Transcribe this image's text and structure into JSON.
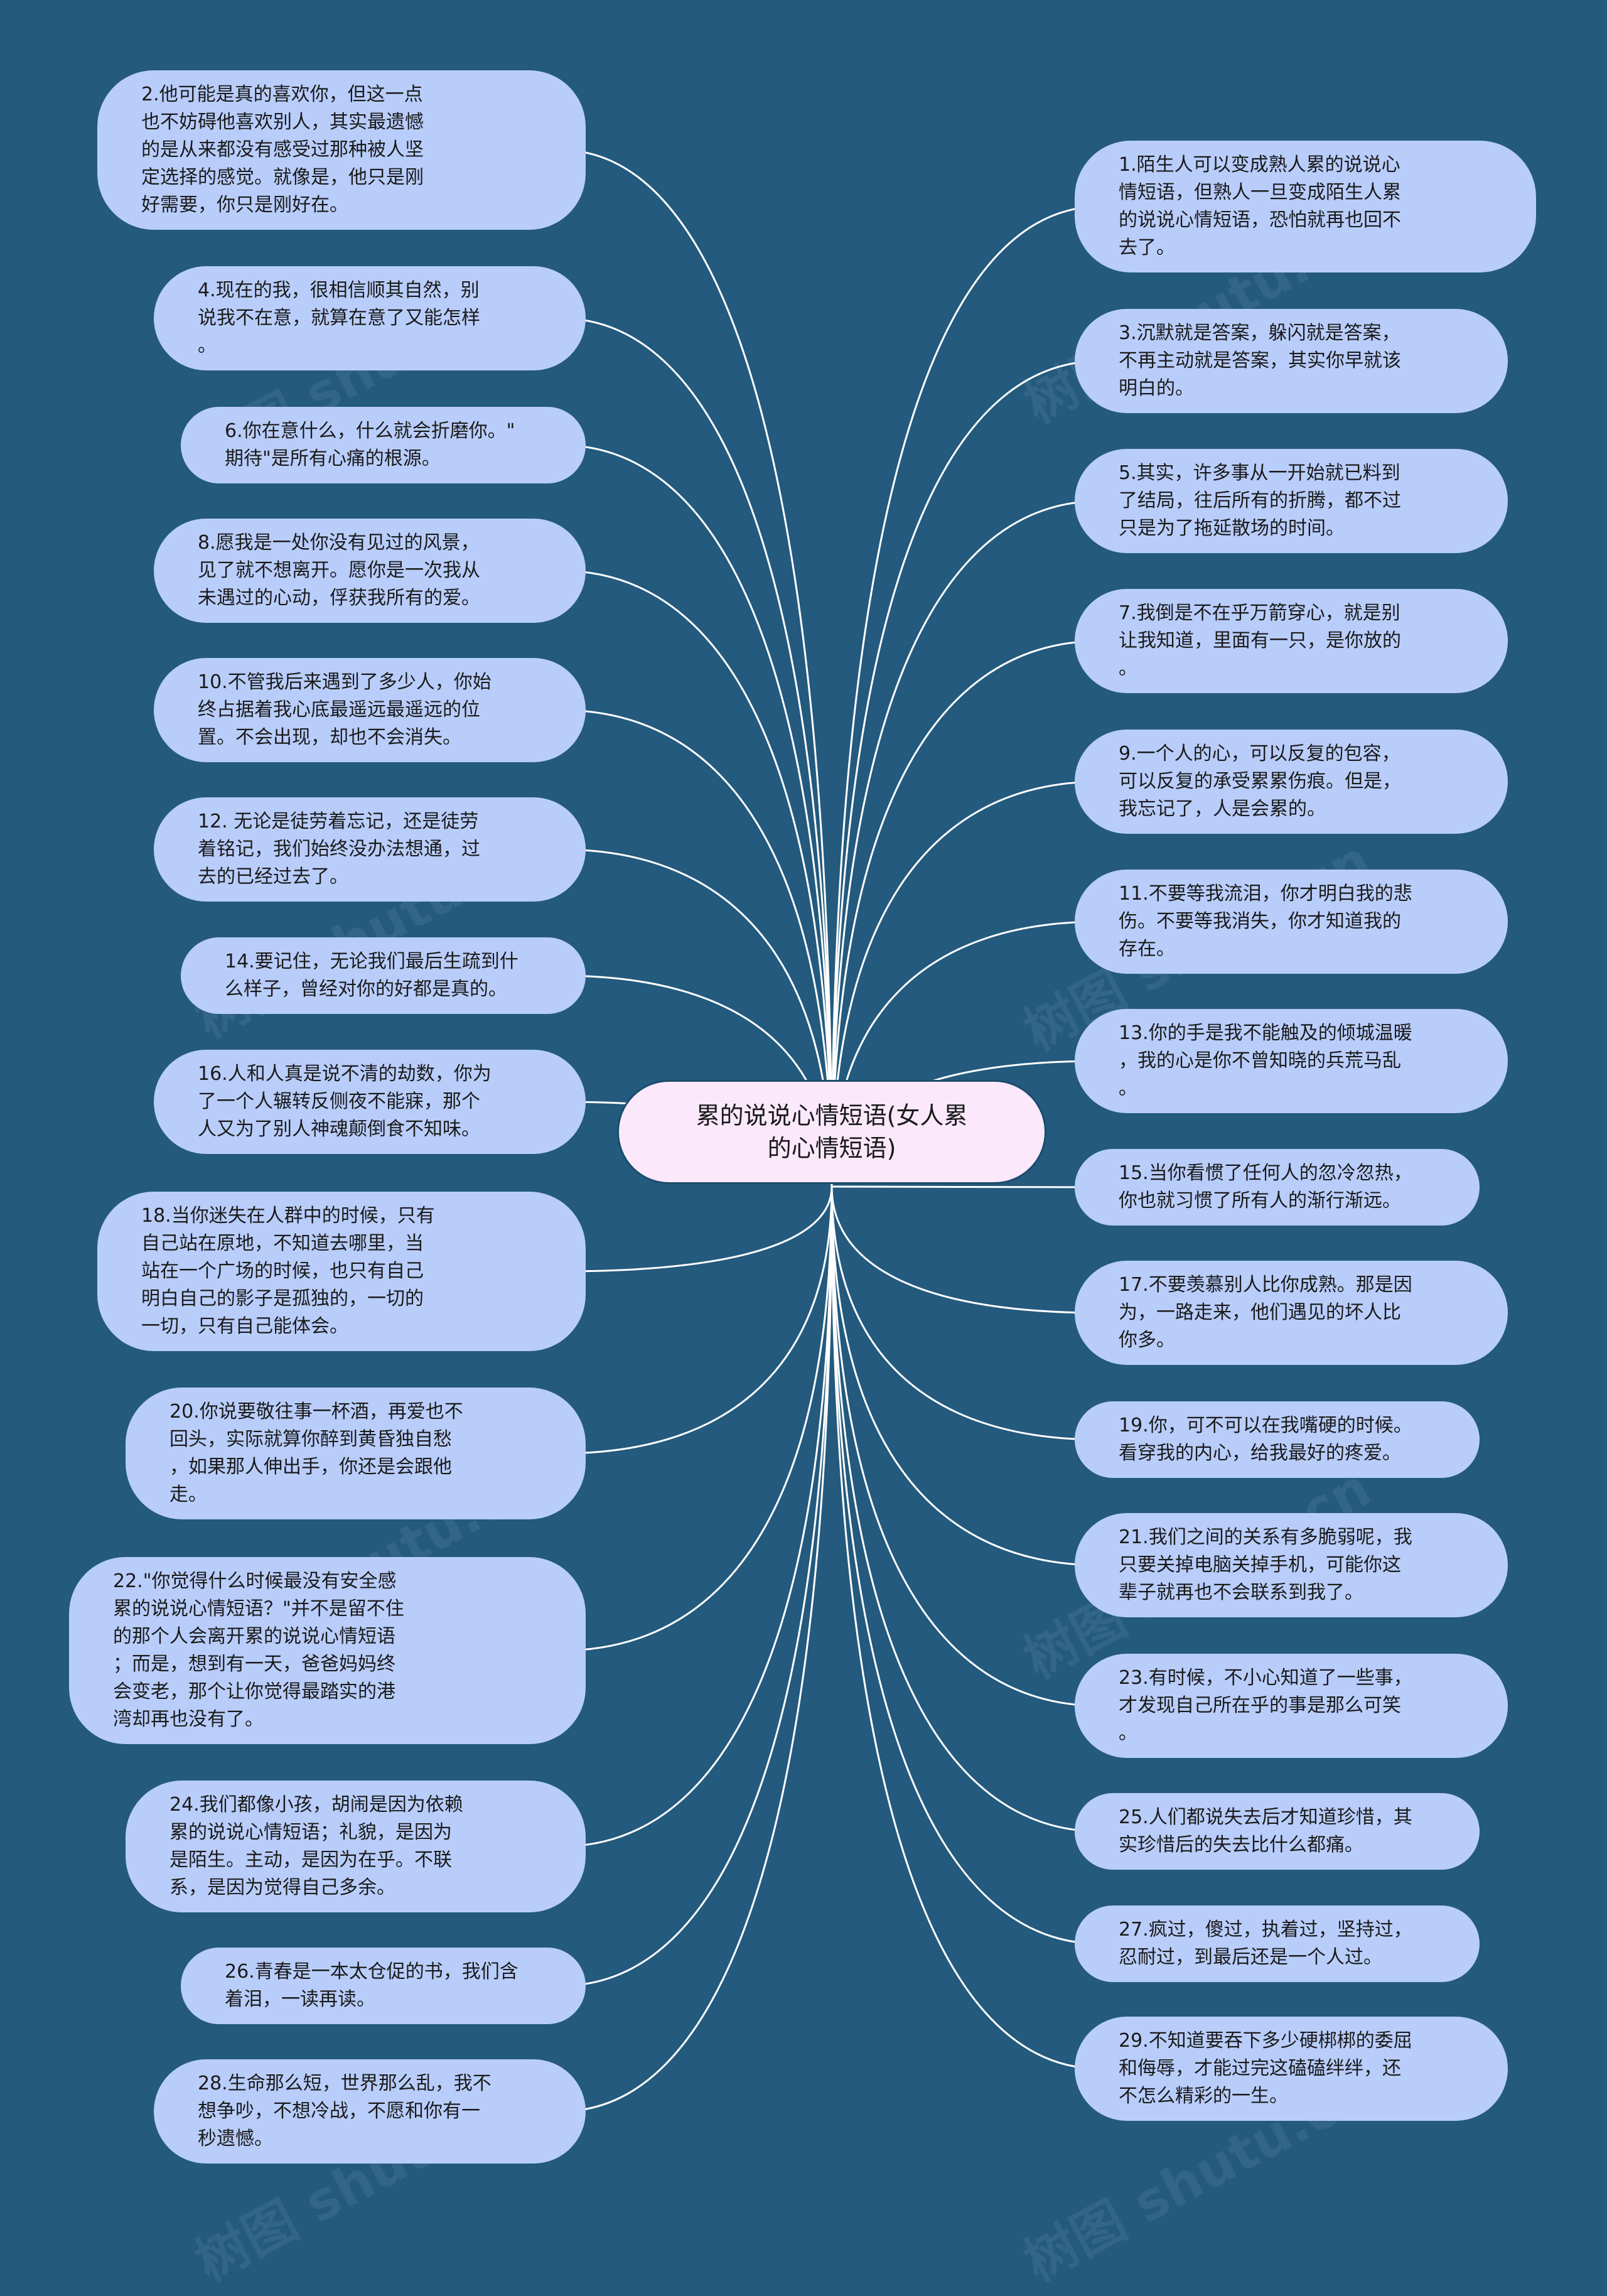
{
  "center": {
    "text": "累的说说心情短语(女人累\n的心情短语)"
  },
  "watermark": "树图 shutu.cn",
  "left_nodes": [
    {
      "id": "L2",
      "text": "2.他可能是真的喜欢你，但这一点\n也不妨碍他喜欢别人，其实最遗憾\n的是从来都没有感受过那种被人坚\n定选择的感觉。就像是，他只是刚\n好需要，你只是刚好在。"
    },
    {
      "id": "L4",
      "text": "4.现在的我，很相信顺其自然，别\n说我不在意，就算在意了又能怎样\n。"
    },
    {
      "id": "L6",
      "text": "6.你在意什么，什么就会折磨你。\"\n期待\"是所有心痛的根源。"
    },
    {
      "id": "L8",
      "text": "8.愿我是一处你没有见过的风景，\n见了就不想离开。愿你是一次我从\n未遇过的心动，俘获我所有的爱。"
    },
    {
      "id": "L10",
      "text": "10.不管我后来遇到了多少人，你始\n终占据着我心底最遥远最遥远的位\n置。不会出现，却也不会消失。"
    },
    {
      "id": "L12",
      "text": "12. 无论是徒劳着忘记，还是徒劳\n着铭记，我们始终没办法想通，过\n去的已经过去了。"
    },
    {
      "id": "L14",
      "text": "14.要记住，无论我们最后生疏到什\n么样子，曾经对你的好都是真的。"
    },
    {
      "id": "L16",
      "text": "16.人和人真是说不清的劫数，你为\n了一个人辗转反侧夜不能寐，那个\n人又为了别人神魂颠倒食不知味。"
    },
    {
      "id": "L18",
      "text": "18.当你迷失在人群中的时候，只有\n自己站在原地，不知道去哪里，当\n站在一个广场的时候，也只有自己\n明白自己的影子是孤独的，一切的\n一切，只有自己能体会。"
    },
    {
      "id": "L20",
      "text": "20.你说要敬往事一杯酒，再爱也不\n回头，实际就算你醉到黄昏独自愁\n，如果那人伸出手，你还是会跟他\n走。"
    },
    {
      "id": "L22",
      "text": "22.\"你觉得什么时候最没有安全感\n累的说说心情短语？\"并不是留不住\n的那个人会离开累的说说心情短语\n；而是，想到有一天，爸爸妈妈终\n会变老，那个让你觉得最踏实的港\n湾却再也没有了。"
    },
    {
      "id": "L24",
      "text": "24.我们都像小孩，胡闹是因为依赖\n累的说说心情短语；礼貌，是因为\n是陌生。主动，是因为在乎。不联\n系，是因为觉得自己多余。"
    },
    {
      "id": "L26",
      "text": "26.青春是一本太仓促的书，我们含\n着泪，一读再读。"
    },
    {
      "id": "L28",
      "text": "28.生命那么短，世界那么乱，我不\n想争吵，不想冷战，不愿和你有一\n秒遗憾。"
    }
  ],
  "right_nodes": [
    {
      "id": "R1",
      "text": "1.陌生人可以变成熟人累的说说心\n情短语，但熟人一旦变成陌生人累\n的说说心情短语，恐怕就再也回不\n去了。"
    },
    {
      "id": "R3",
      "text": "3.沉默就是答案，躲闪就是答案，\n不再主动就是答案，其实你早就该\n明白的。"
    },
    {
      "id": "R5",
      "text": "5.其实，许多事从一开始就已料到\n了结局，往后所有的折腾，都不过\n只是为了拖延散场的时间。"
    },
    {
      "id": "R7",
      "text": "7.我倒是不在乎万箭穿心，就是别\n让我知道，里面有一只，是你放的\n。"
    },
    {
      "id": "R9",
      "text": "9.一个人的心，可以反复的包容，\n可以反复的承受累累伤痕。但是，\n我忘记了，人是会累的。"
    },
    {
      "id": "R11",
      "text": "11.不要等我流泪，你才明白我的悲\n伤。不要等我消失，你才知道我的\n存在。"
    },
    {
      "id": "R13",
      "text": "13.你的手是我不能触及的倾城温暖\n，我的心是你不曾知晓的兵荒马乱\n。"
    },
    {
      "id": "R15",
      "text": "15.当你看惯了任何人的忽冷忽热，\n你也就习惯了所有人的渐行渐远。"
    },
    {
      "id": "R17",
      "text": "17.不要羡慕别人比你成熟。那是因\n为，一路走来，他们遇见的坏人比\n你多。"
    },
    {
      "id": "R19",
      "text": "19.你，可不可以在我嘴硬的时候。\n看穿我的内心，给我最好的疼爱。"
    },
    {
      "id": "R21",
      "text": "21.我们之间的关系有多脆弱呢，我\n只要关掉电脑关掉手机，可能你这\n辈子就再也不会联系到我了。"
    },
    {
      "id": "R23",
      "text": "23.有时候，不小心知道了一些事，\n才发现自己所在乎的事是那么可笑\n。"
    },
    {
      "id": "R25",
      "text": "25.人们都说失去后才知道珍惜，其\n实珍惜后的失去比什么都痛。"
    },
    {
      "id": "R27",
      "text": "27.疯过，傻过，执着过，坚持过，\n忍耐过，到最后还是一个人过。"
    },
    {
      "id": "R29",
      "text": "29.不知道要吞下多少硬梆梆的委屈\n和侮辱，才能过完这磕磕绊绊，还\n不怎么精彩的一生。"
    }
  ],
  "colors": {
    "background": "#235a7e",
    "node": "#b9cdfb",
    "center": "#fbe9fb",
    "line": "#ffffff"
  }
}
